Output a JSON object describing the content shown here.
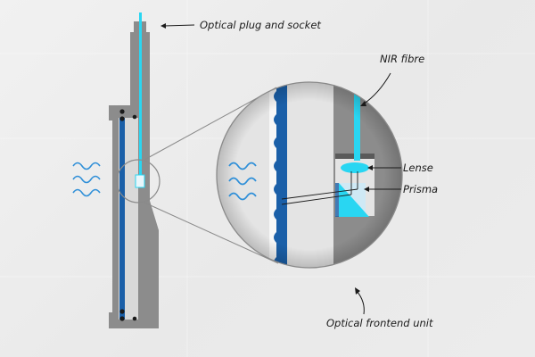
{
  "labels": {
    "optical_plug": "Optical plug and socket",
    "nir_fibre": "NIR fibre",
    "lense": "Lense",
    "prisma": "Prisma",
    "frontend_unit": "Optical frontend unit"
  },
  "colors": {
    "housing": "#8c8c8c",
    "housing_dark": "#6f6f6f",
    "window_blue": "#1a5fa8",
    "fibre_cyan": "#29d6f2",
    "wave_blue": "#2f8fd8",
    "magnifier_fill": "#e3e3e3",
    "seal_black": "#1b1b1b"
  },
  "icons": [
    "wave-icon",
    "magnifier-lens",
    "o-ring-seal-icon"
  ]
}
